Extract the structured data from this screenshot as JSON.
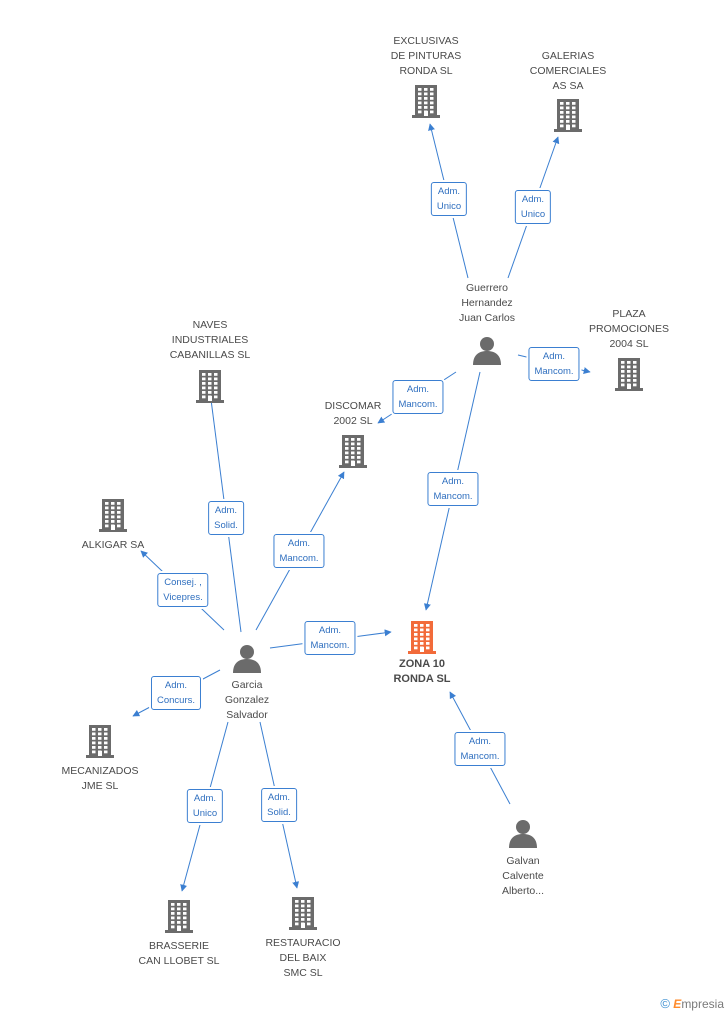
{
  "nodes": [
    {
      "id": "zona",
      "label": "ZONA 10\nRONDA SL",
      "type": "company",
      "focus": true
    },
    {
      "id": "exclusivas",
      "label": "EXCLUSIVAS\nDE PINTURAS\nRONDA SL",
      "type": "company"
    },
    {
      "id": "galerias",
      "label": "GALERIAS\nCOMERCIALES\nAS SA",
      "type": "company"
    },
    {
      "id": "plaza",
      "label": "PLAZA\nPROMOCIONES\n2004 SL",
      "type": "company"
    },
    {
      "id": "naves",
      "label": "NAVES\nINDUSTRIALES\nCABANILLAS SL",
      "type": "company"
    },
    {
      "id": "discomar",
      "label": "DISCOMAR\n2002  SL",
      "type": "company"
    },
    {
      "id": "alkigar",
      "label": "ALKIGAR SA",
      "type": "company"
    },
    {
      "id": "mecanizados",
      "label": "MECANIZADOS\nJME SL",
      "type": "company"
    },
    {
      "id": "brasserie",
      "label": "BRASSERIE\nCAN LLOBET  SL",
      "type": "company"
    },
    {
      "id": "restauracio",
      "label": "RESTAURACIO\nDEL BAIX\nSMC SL",
      "type": "company"
    },
    {
      "id": "guerrero",
      "label": "Guerrero\nHernandez\nJuan Carlos",
      "type": "person"
    },
    {
      "id": "garcia",
      "label": "Garcia\nGonzalez\nSalvador",
      "type": "person"
    },
    {
      "id": "galvan",
      "label": "Galvan\nCalvente\nAlberto...",
      "type": "person"
    }
  ],
  "edges": [
    {
      "from": "guerrero",
      "to": "exclusivas",
      "label": "Adm.\nUnico"
    },
    {
      "from": "guerrero",
      "to": "galerias",
      "label": "Adm.\nUnico"
    },
    {
      "from": "guerrero",
      "to": "plaza",
      "label": "Adm.\nMancom."
    },
    {
      "from": "guerrero",
      "to": "discomar",
      "label": "Adm.\nMancom."
    },
    {
      "from": "guerrero",
      "to": "zona",
      "label": "Adm.\nMancom."
    },
    {
      "from": "garcia",
      "to": "naves",
      "label": "Adm.\nSolid."
    },
    {
      "from": "garcia",
      "to": "discomar",
      "label": "Adm.\nMancom."
    },
    {
      "from": "garcia",
      "to": "alkigar",
      "label": "Consej. ,\nVicepres."
    },
    {
      "from": "garcia",
      "to": "zona",
      "label": "Adm.\nMancom."
    },
    {
      "from": "garcia",
      "to": "mecanizados",
      "label": "Adm.\nConcurs."
    },
    {
      "from": "garcia",
      "to": "brasserie",
      "label": "Adm.\nUnico"
    },
    {
      "from": "garcia",
      "to": "restauracio",
      "label": "Adm.\nSolid."
    },
    {
      "from": "galvan",
      "to": "zona",
      "label": "Adm.\nMancom."
    }
  ],
  "colors": {
    "edge": "#3b7fd1",
    "company": "#6b6b6b",
    "focus": "#f26b3a",
    "person": "#6b6b6b"
  },
  "footer": {
    "copyright": "©",
    "brand_initial": "E",
    "brand_rest": "mpresia"
  }
}
